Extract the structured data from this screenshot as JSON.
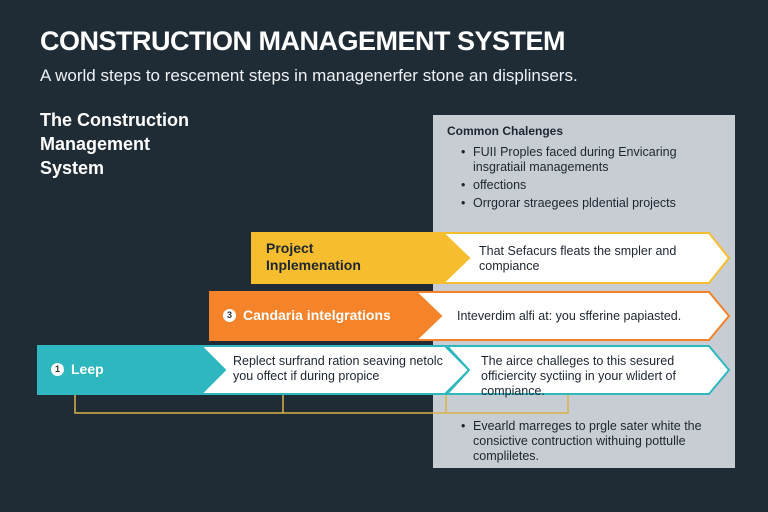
{
  "header": {
    "title": "CONSTRUCTION MANAGEMENT SYSTEM",
    "subtitle": "A world steps to rescement steps in managenerfer stone an displinsers."
  },
  "side_heading": "The Construction Management System",
  "panel": {
    "title": "Common Chalenges",
    "bullets": [
      "FUII Proples faced during Envicaring insgratiail managements",
      "offections",
      "Orrgorar straegees pldential projects"
    ],
    "bottom_note": "Evearld marreges to prgle sater white the consictive contruction withuing pottulle compliletes."
  },
  "steps": [
    {
      "label": "Project Inplemenation",
      "badge": "",
      "text": "That Sefacurs fleats the smpler and compiance",
      "color": "#f6bd2f"
    },
    {
      "label": "Candaria intelgrations",
      "badge": "3",
      "text": "Inteverdim alfi at: you sfferine papiasted.",
      "color": "#f4832a"
    },
    {
      "label": "Leep",
      "badge": "1",
      "text_left": "Replect surfrand ration seaving netolc you offect if during propice",
      "text": "The airce challeges to this sesured officiercity syctiing in your wlidert of compiance.",
      "color": "#2fb7bf"
    }
  ],
  "colors": {
    "background": "#1f2b35",
    "panel": "#c7cdd2",
    "arrow_body": "#ffffff",
    "bracket": "#d9b24a"
  }
}
